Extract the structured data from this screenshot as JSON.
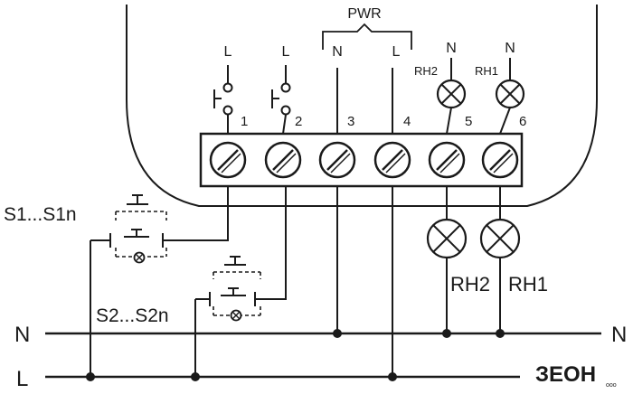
{
  "labels": {
    "pwr": "PWR",
    "top_n3": "N",
    "top_l4": "L",
    "top_l1": "L",
    "top_l2": "L",
    "top_n5": "N",
    "top_n6": "N",
    "t1": "1",
    "t2": "2",
    "t3": "3",
    "t4": "4",
    "t5": "5",
    "t6": "6",
    "rh2_top": "RH2",
    "rh1_top": "RH1",
    "s1": "S1...S1n",
    "s2": "S2...S2n",
    "rh2_bottom": "RH2",
    "rh1_bottom": "RH1",
    "bus_n": "N",
    "bus_l": "L"
  },
  "logo": {
    "brand": "ЗЕОН",
    "tagline": "ooo"
  }
}
